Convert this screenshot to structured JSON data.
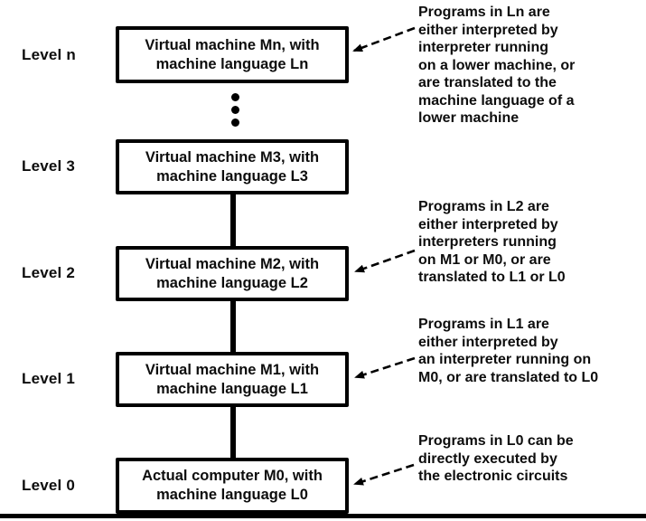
{
  "colors": {
    "ink": "#0d0d0d",
    "background": "#ffffff"
  },
  "diagram": {
    "levels": [
      {
        "label": "Level n",
        "box": "Virtual machine Mn, with\nmachine language Ln"
      },
      {
        "label": "Level 3",
        "box": "Virtual machine M3, with\nmachine language L3"
      },
      {
        "label": "Level 2",
        "box": "Virtual machine M2, with\nmachine language L2"
      },
      {
        "label": "Level 1",
        "box": "Virtual machine M1, with\nmachine language L1"
      },
      {
        "label": "Level 0",
        "box": "Actual computer M0, with\nmachine language L0"
      }
    ],
    "annotations": [
      {
        "target_level": "n",
        "text": "Programs in Ln are\neither interpreted by\ninterpreter running\non a lower machine, or\nare translated to the\nmachine language of a\nlower machine"
      },
      {
        "target_level": "2",
        "text": "Programs in L2 are\neither interpreted by\ninterpreters running\non M1 or M0, or are\ntranslated to L1 or L0"
      },
      {
        "target_level": "1",
        "text": "Programs in L1 are\neither interpreted by\nan interpreter running on\nM0, or are translated to L0"
      },
      {
        "target_level": "0",
        "text": "Programs in L0 can be\ndirectly executed by\nthe electronic circuits"
      }
    ]
  }
}
